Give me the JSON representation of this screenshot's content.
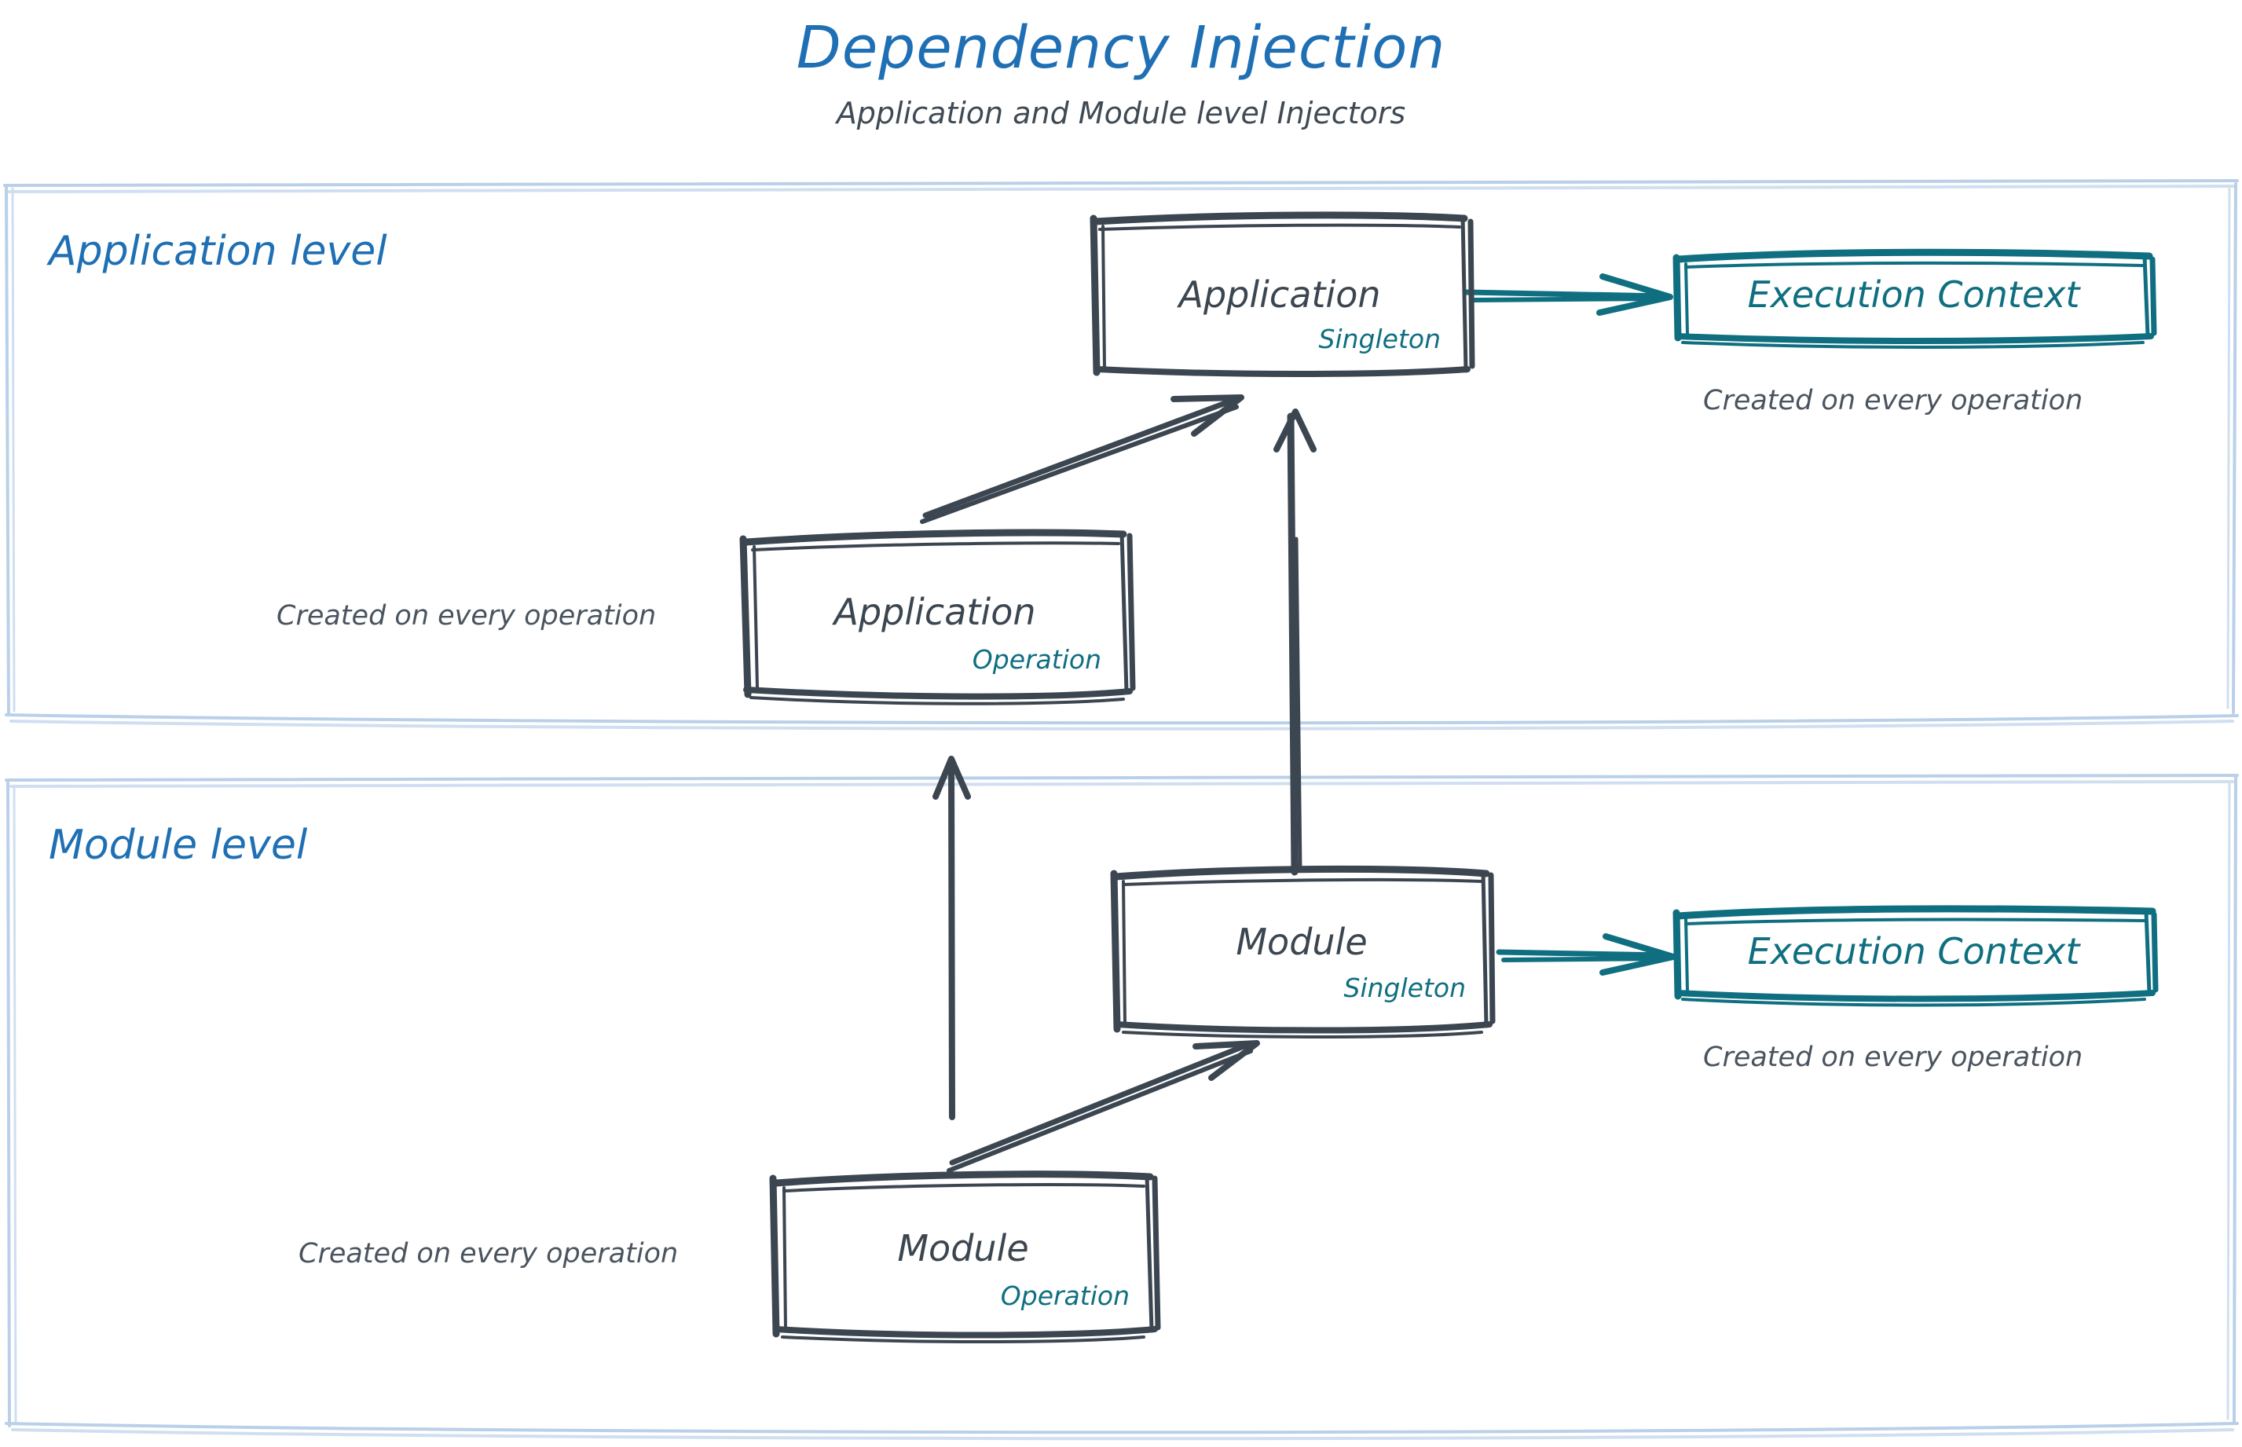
{
  "header": {
    "title": "Dependency Injection",
    "subtitle": "Application and Module level Injectors"
  },
  "colors": {
    "title_blue": "#1f6fb4",
    "container_border": "#b9d0e8",
    "node_stroke": "#3c4650",
    "teal": "#0f6f80",
    "note_text": "#4a545e"
  },
  "sections": [
    {
      "id": "application-level",
      "label": "Application level",
      "nodes": [
        {
          "id": "application-singleton",
          "title": "Application",
          "scope": "Singleton",
          "style": "dark"
        },
        {
          "id": "application-execution-context",
          "title": "Execution Context",
          "style": "teal",
          "note": "Created on every operation"
        },
        {
          "id": "application-operation",
          "title": "Application",
          "scope": "Operation",
          "style": "dark",
          "note": "Created on every operation"
        }
      ]
    },
    {
      "id": "module-level",
      "label": "Module level",
      "nodes": [
        {
          "id": "module-singleton",
          "title": "Module",
          "scope": "Singleton",
          "style": "dark"
        },
        {
          "id": "module-execution-context",
          "title": "Execution Context",
          "style": "teal",
          "note": "Created on every operation"
        },
        {
          "id": "module-operation",
          "title": "Module",
          "scope": "Operation",
          "style": "dark",
          "note": "Created on every operation"
        }
      ]
    }
  ],
  "edges": [
    {
      "id": "app-singleton-to-app-exec-context",
      "from": "application-singleton",
      "to": "application-execution-context",
      "color": "teal"
    },
    {
      "id": "app-operation-to-app-singleton",
      "from": "application-operation",
      "to": "application-singleton",
      "color": "dark"
    },
    {
      "id": "module-singleton-to-app-singleton",
      "from": "module-singleton",
      "to": "application-singleton",
      "color": "dark"
    },
    {
      "id": "module-operation-to-app-operation",
      "from": "module-operation",
      "to": "application-operation",
      "color": "dark"
    },
    {
      "id": "module-operation-to-module-singleton",
      "from": "module-operation",
      "to": "module-singleton",
      "color": "dark"
    },
    {
      "id": "module-singleton-to-module-exec-context",
      "from": "module-singleton",
      "to": "module-execution-context",
      "color": "teal"
    }
  ],
  "notes": {
    "application_exec_context": "Created on every operation",
    "application_operation": "Created on every operation",
    "module_exec_context": "Created on every operation",
    "module_operation": "Created on every operation"
  }
}
